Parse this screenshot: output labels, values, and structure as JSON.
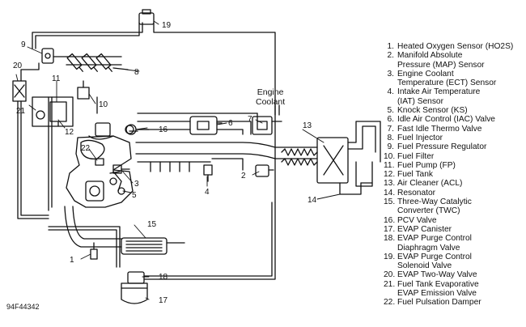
{
  "figure_id": "94F44342",
  "coolant_label": [
    "Engine",
    "Coolant"
  ],
  "callouts": [
    "1",
    "2",
    "3",
    "4",
    "5",
    "6",
    "7",
    "8",
    "9",
    "10",
    "11",
    "12",
    "13",
    "14",
    "15",
    "16",
    "17",
    "18",
    "19",
    "20",
    "21",
    "22"
  ],
  "legend": [
    {
      "num": "1.",
      "lines": [
        "Heated Oxygen Sensor (HO2S)"
      ]
    },
    {
      "num": "2.",
      "lines": [
        "Manifold Absolute",
        "Pressure (MAP) Sensor"
      ]
    },
    {
      "num": "3.",
      "lines": [
        "Engine Coolant",
        "Temperature (ECT) Sensor"
      ]
    },
    {
      "num": "4.",
      "lines": [
        "Intake Air Temperature",
        "(IAT) Sensor"
      ]
    },
    {
      "num": "5.",
      "lines": [
        "Knock Sensor (KS)"
      ]
    },
    {
      "num": "6.",
      "lines": [
        "Idle Air Control (IAC) Valve"
      ]
    },
    {
      "num": "7.",
      "lines": [
        "Fast Idle Thermo Valve"
      ]
    },
    {
      "num": "8.",
      "lines": [
        "Fuel Injector"
      ]
    },
    {
      "num": "9.",
      "lines": [
        "Fuel Pressure Regulator"
      ]
    },
    {
      "num": "10.",
      "lines": [
        "Fuel Filter"
      ]
    },
    {
      "num": "11.",
      "lines": [
        "Fuel Pump (FP)"
      ]
    },
    {
      "num": "12.",
      "lines": [
        "Fuel Tank"
      ]
    },
    {
      "num": "13.",
      "lines": [
        "Air Cleaner (ACL)"
      ]
    },
    {
      "num": "14.",
      "lines": [
        "Resonator"
      ]
    },
    {
      "num": "15.",
      "lines": [
        "Three-Way Catalytic",
        "Converter (TWC)"
      ]
    },
    {
      "num": "16.",
      "lines": [
        "PCV Valve"
      ]
    },
    {
      "num": "17.",
      "lines": [
        "EVAP Canister"
      ]
    },
    {
      "num": "18.",
      "lines": [
        "EVAP Purge Control",
        "Diaphragm Valve"
      ]
    },
    {
      "num": "19.",
      "lines": [
        "EVAP Purge Control",
        "Solenoid Valve"
      ]
    },
    {
      "num": "20.",
      "lines": [
        "EVAP Two-Way Valve"
      ]
    },
    {
      "num": "21.",
      "lines": [
        "Fuel Tank Evaporative",
        "EVAP Emission Valve"
      ]
    },
    {
      "num": "22.",
      "lines": [
        "Fuel Pulsation Damper"
      ]
    }
  ]
}
